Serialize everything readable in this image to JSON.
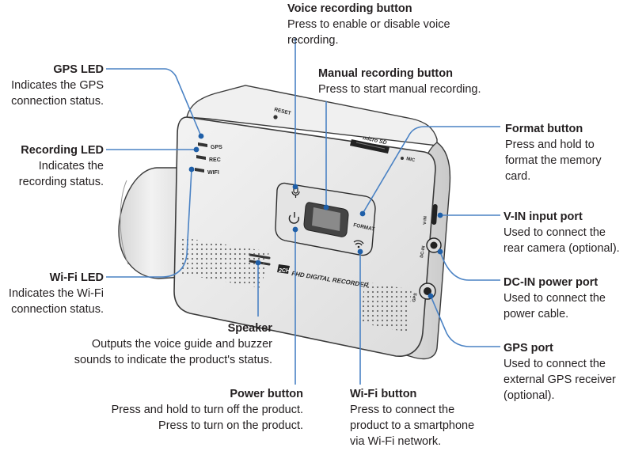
{
  "device": {
    "leds": [
      "GPS",
      "REC",
      "WIFI"
    ],
    "reset_label": "RESET",
    "mic_label": "MIC",
    "sd_label": "micro SD",
    "format_label": "FORMAT",
    "brand_badge": "2CH",
    "brand_text": "FHD DIGITAL RECORDER",
    "vin_label": "V-IN",
    "dcin_label": "DC-IN",
    "gps_port_label": "GPS"
  },
  "labels": {
    "voice": {
      "title": "Voice recording button",
      "desc": "Press to enable or disable voice\nrecording."
    },
    "manual": {
      "title": "Manual recording button",
      "desc": "Press to start manual recording."
    },
    "gps_led": {
      "title": "GPS LED",
      "desc": "Indicates the GPS\nconnection status."
    },
    "format": {
      "title": "Format button",
      "desc": "Press and hold to\nformat the memory\ncard."
    },
    "rec_led": {
      "title": "Recording LED",
      "desc": "Indicates the\nrecording status."
    },
    "vin": {
      "title": "V-IN input port",
      "desc": "Used to connect the\nrear camera (optional)."
    },
    "wifi_led": {
      "title": "Wi-Fi LED",
      "desc": "Indicates the Wi-Fi\nconnection status."
    },
    "dcin": {
      "title": "DC-IN power port",
      "desc": "Used to connect the\npower cable."
    },
    "speaker": {
      "title": "Speaker",
      "desc": "Outputs the voice guide and buzzer\nsounds to indicate the product's status."
    },
    "gps_port": {
      "title": "GPS port",
      "desc": "Used to connect the\nexternal GPS receiver\n(optional)."
    },
    "power": {
      "title": "Power button",
      "desc": "Press and hold to turn off the product.\nPress to turn on the product."
    },
    "wifi_btn": {
      "title": "Wi-Fi button",
      "desc": "Press to connect the\nproduct to a smartphone\nvia Wi-Fi network."
    }
  },
  "colors": {
    "leader": "#4a82c4",
    "dot": "#1f5fa8",
    "body": "#e9e9e9",
    "outline": "#3a3a3a"
  }
}
